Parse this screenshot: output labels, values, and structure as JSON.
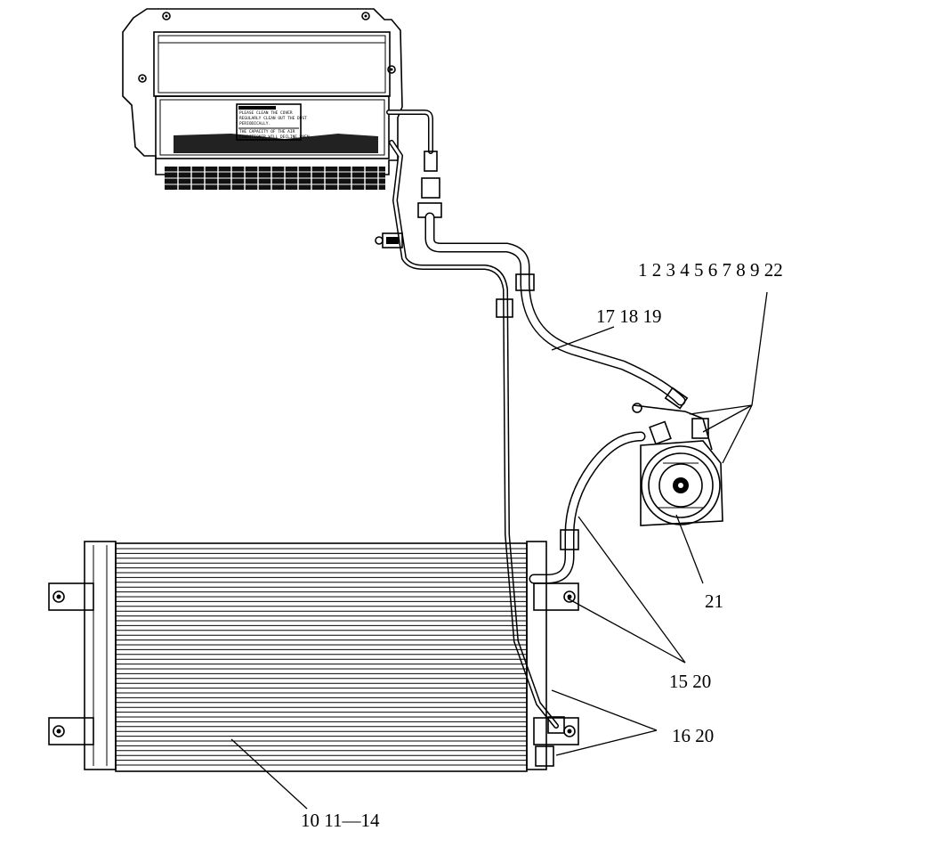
{
  "callouts": {
    "evaporator_group": "1 2 3 4 5 6 7 8 9 22",
    "suction_hose": "17  18  19",
    "compressor": "21",
    "discharge_hose": "15  20",
    "liquid_line": "16  20",
    "condenser": "10  11—14"
  },
  "nameplate": {
    "line1": "PLEASE CLEAN THE COVER",
    "line2": "REGULARLY CLEAN OUT THE DUST",
    "line3": "PERIODICALLY.",
    "line4": "THE CAPACITY OF THE AIR",
    "line5": "CONDITIONER WILL DECLINE WHEN"
  }
}
